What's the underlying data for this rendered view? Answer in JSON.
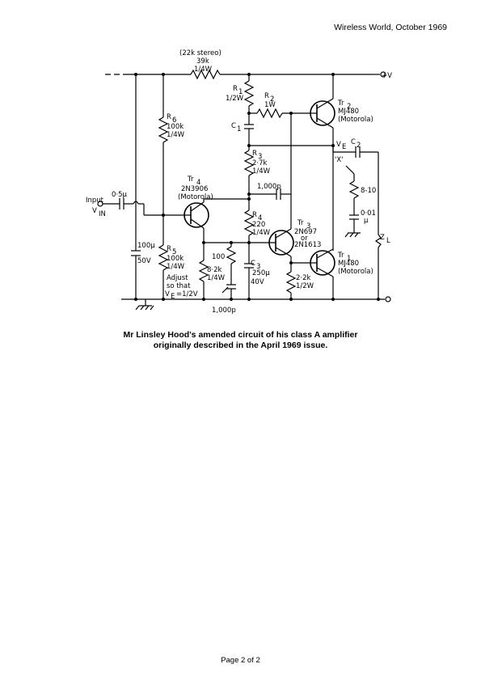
{
  "header": {
    "journal_date": "Wireless World, October 1969"
  },
  "schematic": {
    "labels": {
      "stereo_note": "(22k stereo)",
      "r_top": "39k",
      "r_top_power": "1/4W",
      "supply": "+V",
      "r1": "R",
      "r1_sub": "1",
      "r1_power": "1/2W",
      "r2": "R",
      "r2_sub": "2",
      "r2_power": "1W",
      "tr2": "Tr",
      "tr2_sub": "2",
      "tr2_type": "MJ480",
      "tr2_make": "(Motorola)",
      "c1": "C",
      "c1_sub": "1",
      "ve": "V",
      "ve_sub": "E",
      "c2": "C",
      "c2_sub": "2",
      "point_x": "'X'",
      "r6": "R",
      "r6_sub": "6",
      "r6_value": "100k",
      "r6_power": "1/4W",
      "r3": "R",
      "r3_sub": "3",
      "r3_value": "2·7k",
      "r3_power": "1/4W",
      "r_zobel": "8-10",
      "c_feedback": "1,000p",
      "tr4": "Tr",
      "tr4_sub": "4",
      "tr4_type": "2N3906",
      "tr4_make": "(Motorola)",
      "input": "Input",
      "vin": "V",
      "vin_sub": "IN",
      "c_input": "0·5µ",
      "c_zobel": "0·01",
      "c_zobel_unit": "µ",
      "r4": "R",
      "r4_sub": "4",
      "r4_value": "220",
      "r4_power": "1/4W",
      "tr3": "Tr",
      "tr3_sub": "3",
      "tr3_type": "2N697",
      "tr3_or": "or",
      "tr3_alt": "2N1613",
      "zl": "Z",
      "zl_sub": "L",
      "c_dec": "100µ",
      "c_dec_voltage": "50V",
      "r5": "R",
      "r5_sub": "5",
      "r5_value": "100k",
      "r5_power": "1/4W",
      "r_100": "100",
      "r_82": "8·2k",
      "r_82_power": "1/4W",
      "c3": "C",
      "c3_sub": "3",
      "c3_value": "250µ",
      "c3_voltage": "40V",
      "tr1": "Tr",
      "tr1_sub": "1",
      "tr1_type": "MJ480",
      "tr1_make": "(Motorola)",
      "r_22": "2·2k",
      "r_22_power": "1/2W",
      "adjust_1": "Adjust",
      "adjust_2": "so that",
      "adjust_3": "V",
      "adjust_3_sub": "E",
      "adjust_3_rest": "=1/2V",
      "c_bottom": "1,000p"
    }
  },
  "caption": {
    "line1": "Mr Linsley Hood's amended circuit of his class A amplifier",
    "line2": "originally described in the April 1969 issue."
  },
  "footer": {
    "page": "Page 2 of 2"
  }
}
